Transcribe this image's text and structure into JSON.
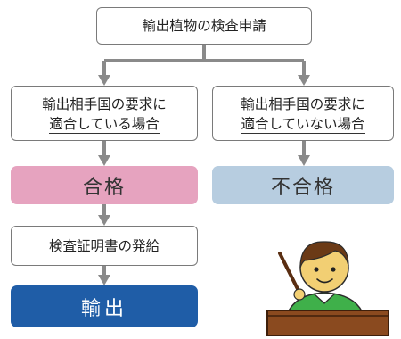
{
  "flowchart": {
    "top_box": "輸出植物の検査申請",
    "left_condition": {
      "line1": "輸出相手国の要求に",
      "line2": "適合している場合"
    },
    "right_condition": {
      "line1": "輸出相手国の要求に",
      "line2": "適合していない場合"
    },
    "pass_label": "合格",
    "fail_label": "不合格",
    "certificate_box": "検査証明書の発給",
    "export_label": "輸出"
  },
  "colors": {
    "pass": "#e6a3bf",
    "fail": "#b7cde0",
    "export": "#1f5da7",
    "connector": "#8a8a8a"
  },
  "illustration": "teacher-with-pointer"
}
